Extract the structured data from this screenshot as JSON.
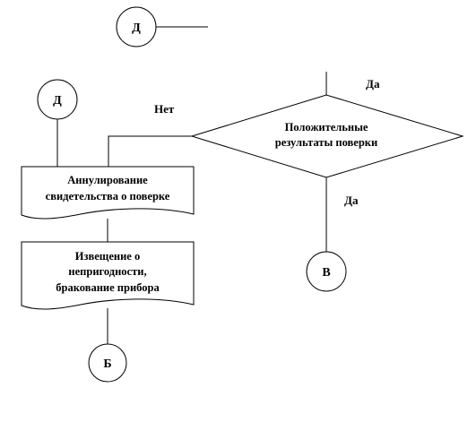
{
  "connectors": {
    "d_top": "Д",
    "d_left": "Д",
    "b_bottom": "Б",
    "v_right": "В"
  },
  "edge_labels": {
    "no": "Нет",
    "yes_top": "Да",
    "yes_bottom": "Да"
  },
  "decision": {
    "line1": "Положительные",
    "line2": "результаты  поверки"
  },
  "documents": {
    "annul": {
      "line1": "Аннулирование",
      "line2": "свидетельства о поверке"
    },
    "notice": {
      "line1": "Извещение о",
      "line2": "непригодности,",
      "line3": "бракование прибора"
    }
  }
}
